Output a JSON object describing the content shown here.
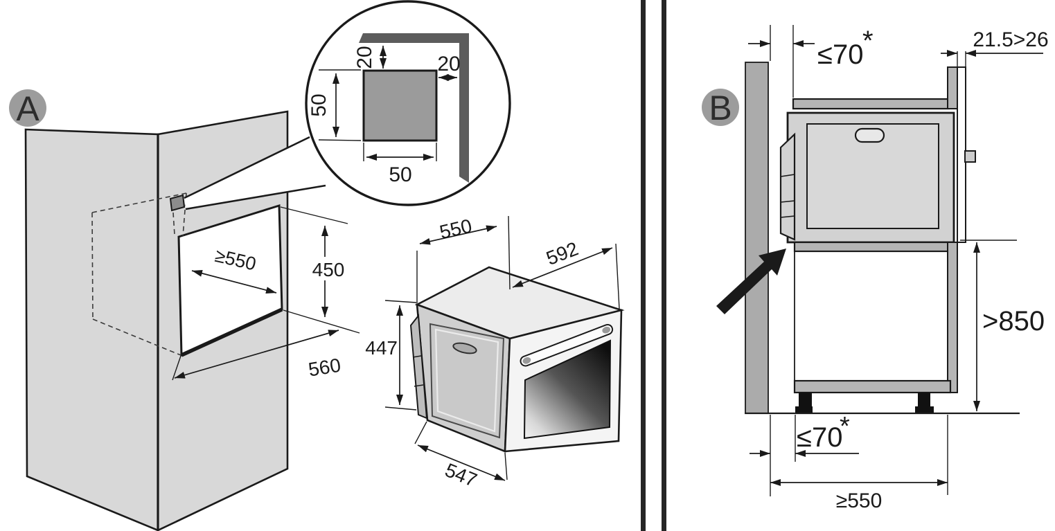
{
  "figure": {
    "panel_a": {
      "label": "A",
      "vent_detail": {
        "gap_top": "20",
        "gap_side": "20",
        "hole_height": "50",
        "hole_width": "50"
      },
      "niche": {
        "width_min": "≥550",
        "height": "450",
        "depth": "560"
      },
      "oven": {
        "top_depth": "550",
        "width": "592",
        "height": "447",
        "bottom_depth": "547"
      }
    },
    "panel_b": {
      "label": "B",
      "wall_gap_top": "≤70",
      "wall_gap_top_note": "*",
      "front_overhang": "21.5>26",
      "worktop_height_min": ">850",
      "wall_gap_bottom": "≤70",
      "wall_gap_bottom_note": "*",
      "cabinet_depth_min": "≥550"
    }
  }
}
